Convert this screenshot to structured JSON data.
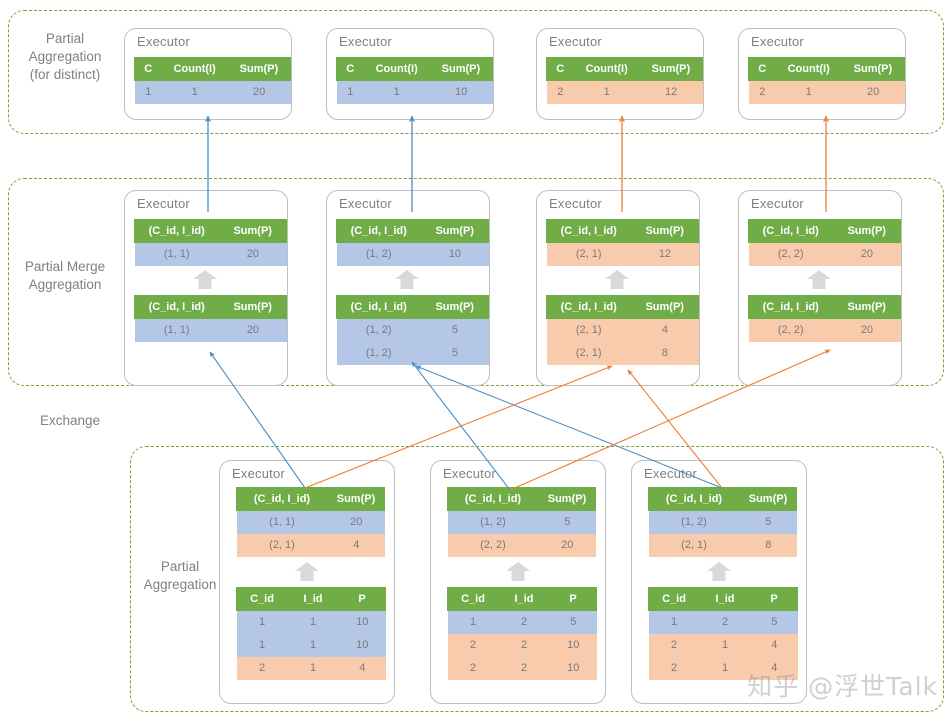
{
  "stages": {
    "top": {
      "label": "Partial\nAggregation\n(for distinct)"
    },
    "middle": {
      "label": "Partial Merge\nAggregation"
    },
    "exchange": {
      "label": "Exchange"
    },
    "bottom": {
      "label": "Partial\nAggregation"
    }
  },
  "executor_title": "Executor",
  "colors": {
    "header_green": "#70ad47",
    "row_blue": "#b4c7e7",
    "row_orange": "#f8cbad",
    "arrow_blue": "#4a90c4",
    "arrow_orange": "#ed7d31",
    "dashed_green": "#7ea03c",
    "text_grey": "#808080"
  },
  "watermark": "知乎 @浮世Talk",
  "top_row": [
    {
      "name": "top-executor-1",
      "columns": [
        "C",
        "Count(I)",
        "Sum(P)"
      ],
      "rows": [
        {
          "cells": [
            "1",
            "1",
            "20"
          ],
          "tone": "blue"
        }
      ]
    },
    {
      "name": "top-executor-2",
      "columns": [
        "C",
        "Count(I)",
        "Sum(P)"
      ],
      "rows": [
        {
          "cells": [
            "1",
            "1",
            "10"
          ],
          "tone": "blue"
        }
      ]
    },
    {
      "name": "top-executor-3",
      "columns": [
        "C",
        "Count(I)",
        "Sum(P)"
      ],
      "rows": [
        {
          "cells": [
            "2",
            "1",
            "12"
          ],
          "tone": "orange"
        }
      ]
    },
    {
      "name": "top-executor-4",
      "columns": [
        "C",
        "Count(I)",
        "Sum(P)"
      ],
      "rows": [
        {
          "cells": [
            "2",
            "1",
            "20"
          ],
          "tone": "orange"
        }
      ]
    }
  ],
  "middle_row": [
    {
      "name": "middle-executor-1",
      "output": {
        "columns": [
          "(C_id, I_id)",
          "Sum(P)"
        ],
        "rows": [
          {
            "cells": [
              "(1, 1)",
              "20"
            ],
            "tone": "blue"
          }
        ]
      },
      "input": {
        "columns": [
          "(C_id, I_id)",
          "Sum(P)"
        ],
        "rows": [
          {
            "cells": [
              "(1, 1)",
              "20"
            ],
            "tone": "blue"
          }
        ]
      }
    },
    {
      "name": "middle-executor-2",
      "output": {
        "columns": [
          "(C_id, I_id)",
          "Sum(P)"
        ],
        "rows": [
          {
            "cells": [
              "(1, 2)",
              "10"
            ],
            "tone": "blue"
          }
        ]
      },
      "input": {
        "columns": [
          "(C_id, I_id)",
          "Sum(P)"
        ],
        "rows": [
          {
            "cells": [
              "(1, 2)",
              "5"
            ],
            "tone": "blue"
          },
          {
            "cells": [
              "(1, 2)",
              "5"
            ],
            "tone": "blue"
          }
        ]
      }
    },
    {
      "name": "middle-executor-3",
      "output": {
        "columns": [
          "(C_id, I_id)",
          "Sum(P)"
        ],
        "rows": [
          {
            "cells": [
              "(2, 1)",
              "12"
            ],
            "tone": "orange"
          }
        ]
      },
      "input": {
        "columns": [
          "(C_id, I_id)",
          "Sum(P)"
        ],
        "rows": [
          {
            "cells": [
              "(2, 1)",
              "4"
            ],
            "tone": "orange"
          },
          {
            "cells": [
              "(2, 1)",
              "8"
            ],
            "tone": "orange"
          }
        ]
      }
    },
    {
      "name": "middle-executor-4",
      "output": {
        "columns": [
          "(C_id, I_id)",
          "Sum(P)"
        ],
        "rows": [
          {
            "cells": [
              "(2, 2)",
              "20"
            ],
            "tone": "orange"
          }
        ]
      },
      "input": {
        "columns": [
          "(C_id, I_id)",
          "Sum(P)"
        ],
        "rows": [
          {
            "cells": [
              "(2, 2)",
              "20"
            ],
            "tone": "orange"
          }
        ]
      }
    }
  ],
  "bottom_row": [
    {
      "name": "bottom-executor-1",
      "output": {
        "columns": [
          "(C_id, I_id)",
          "Sum(P)"
        ],
        "rows": [
          {
            "cells": [
              "(1, 1)",
              "20"
            ],
            "tone": "blue"
          },
          {
            "cells": [
              "(2, 1)",
              "4"
            ],
            "tone": "orange"
          }
        ]
      },
      "input": {
        "columns": [
          "C_id",
          "I_id",
          "P"
        ],
        "rows": [
          {
            "cells": [
              "1",
              "1",
              "10"
            ],
            "tone": "blue"
          },
          {
            "cells": [
              "1",
              "1",
              "10"
            ],
            "tone": "blue"
          },
          {
            "cells": [
              "2",
              "1",
              "4"
            ],
            "tone": "orange"
          }
        ]
      }
    },
    {
      "name": "bottom-executor-2",
      "output": {
        "columns": [
          "(C_id, I_id)",
          "Sum(P)"
        ],
        "rows": [
          {
            "cells": [
              "(1, 2)",
              "5"
            ],
            "tone": "blue"
          },
          {
            "cells": [
              "(2, 2)",
              "20"
            ],
            "tone": "orange"
          }
        ]
      },
      "input": {
        "columns": [
          "C_id",
          "I_id",
          "P"
        ],
        "rows": [
          {
            "cells": [
              "1",
              "2",
              "5"
            ],
            "tone": "blue"
          },
          {
            "cells": [
              "2",
              "2",
              "10"
            ],
            "tone": "orange"
          },
          {
            "cells": [
              "2",
              "2",
              "10"
            ],
            "tone": "orange"
          }
        ]
      }
    },
    {
      "name": "bottom-executor-3",
      "output": {
        "columns": [
          "(C_id, I_id)",
          "Sum(P)"
        ],
        "rows": [
          {
            "cells": [
              "(1, 2)",
              "5"
            ],
            "tone": "blue"
          },
          {
            "cells": [
              "(2, 1)",
              "8"
            ],
            "tone": "orange"
          }
        ]
      },
      "input": {
        "columns": [
          "C_id",
          "I_id",
          "P"
        ],
        "rows": [
          {
            "cells": [
              "1",
              "2",
              "5"
            ],
            "tone": "blue"
          },
          {
            "cells": [
              "2",
              "1",
              "4"
            ],
            "tone": "orange"
          },
          {
            "cells": [
              "2",
              "1",
              "4"
            ],
            "tone": "orange"
          }
        ]
      }
    }
  ]
}
